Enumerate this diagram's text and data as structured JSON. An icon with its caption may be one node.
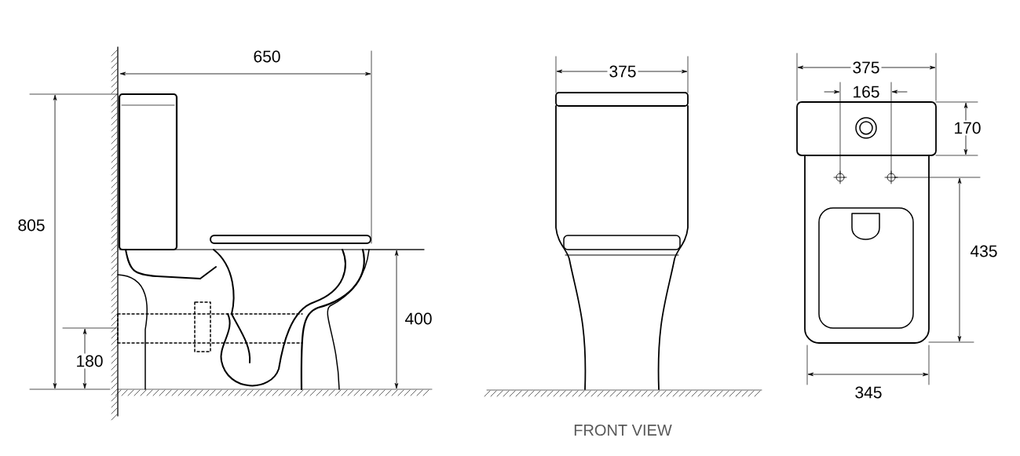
{
  "diagram": {
    "labels": [
      "650",
      "805",
      "400",
      "180",
      "375",
      "375",
      "165",
      "170",
      "435",
      "345",
      "FRONT VIEW"
    ]
  }
}
